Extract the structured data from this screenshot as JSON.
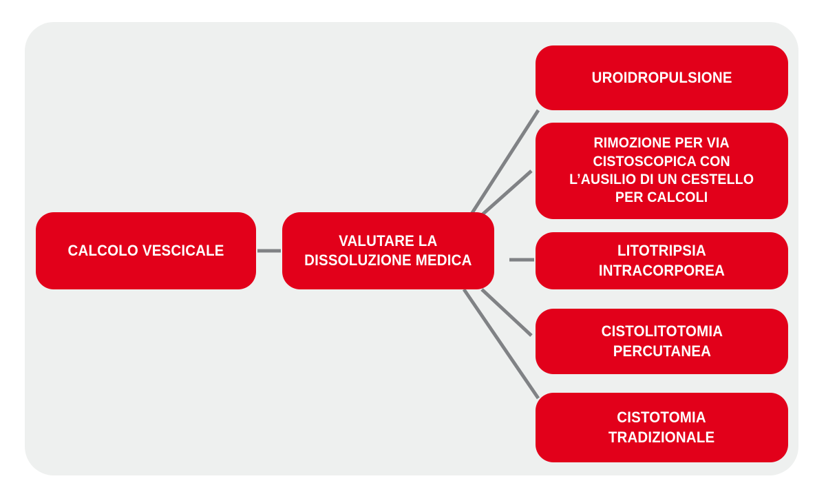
{
  "diagram": {
    "type": "flowchart",
    "title": "",
    "colors": {
      "node_fill": "#e2001a",
      "node_text": "#ffffff",
      "panel_background": "#eef0ef",
      "connector": "#808285",
      "page_background": "#ffffff"
    },
    "nodes": {
      "root": {
        "id": "calcolo-vescicale",
        "label": "CALCOLO VESCICALE"
      },
      "evaluate": {
        "id": "valutare-la-dissoluzione-medica",
        "label": "VALUTARE LA\nDISSOLUZIONE MEDICA"
      },
      "options": [
        {
          "id": "uroidropulsione",
          "label": "UROIDROPULSIONE"
        },
        {
          "id": "rimozione-cistoscopica",
          "label": "RIMOZIONE PER VIA\nCISTOSCOPICA CON\nL’AUSILIO DI UN CESTELLO\nPER CALCOLI"
        },
        {
          "id": "litotripsia-intracorporea",
          "label": "LITOTRIPSIA\nINTRACORPOREA"
        },
        {
          "id": "cistolitotomia-percutanea",
          "label": "CISTOLITOTOMIA\nPERCUTANEA"
        },
        {
          "id": "cistotomia-tradizionale",
          "label": "CISTOTOMIA\nTRADIZIONALE"
        }
      ]
    },
    "edges": [
      {
        "from": "calcolo-vescicale",
        "to": "valutare-la-dissoluzione-medica",
        "style": "horizontal"
      },
      {
        "from": "valutare-la-dissoluzione-medica",
        "to": "uroidropulsione",
        "style": "diagonal-up"
      },
      {
        "from": "valutare-la-dissoluzione-medica",
        "to": "rimozione-cistoscopica",
        "style": "diagonal-up"
      },
      {
        "from": "valutare-la-dissoluzione-medica",
        "to": "litotripsia-intracorporea",
        "style": "horizontal"
      },
      {
        "from": "valutare-la-dissoluzione-medica",
        "to": "cistolitotomia-percutanea",
        "style": "diagonal-down"
      },
      {
        "from": "valutare-la-dissoluzione-medica",
        "to": "cistotomia-tradizionale",
        "style": "diagonal-down"
      }
    ]
  }
}
